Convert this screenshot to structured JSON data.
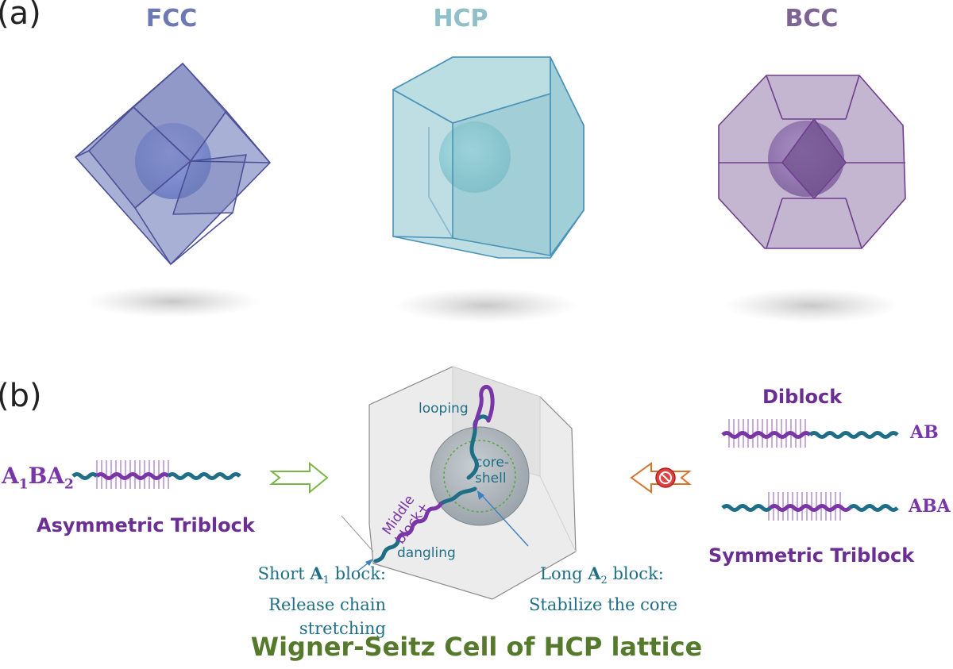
{
  "panels": {
    "a_label": "(a)",
    "b_label": "(b)"
  },
  "lattices": [
    {
      "name": "FCC",
      "color": "#6d79b2"
    },
    {
      "name": "HCP",
      "color": "#8fc0c8"
    },
    {
      "name": "BCC",
      "color": "#7d6494"
    }
  ],
  "colors": {
    "teal_chain": "#1d6e86",
    "purple_chain": "#7a35a6",
    "green_arrow": "#7ab648",
    "orange_arrow": "#d6742e",
    "title_green": "#557a2c"
  },
  "left": {
    "formula": {
      "a1": "A",
      "sub1": "1",
      "b": "BA",
      "sub2": "2"
    },
    "caption": "Asymmetric Triblock"
  },
  "right": {
    "diblock": "Diblock",
    "ab": "AB",
    "aba": "ABA",
    "caption": "Symmetric Triblock"
  },
  "center": {
    "looping": "looping",
    "core_line1": "core-",
    "core_line2": "shell",
    "middle_line1": "Middle",
    "middle_line2": "block+",
    "dangling": "dangling",
    "short_line1_pre": "Short ",
    "short_line1_block": "A",
    "short_line1_sub": "1",
    "short_line1_post": " block:",
    "short_line2": "Release chain stretching",
    "long_line1_pre": "Long ",
    "long_line1_block": "A",
    "long_line1_sub": "2",
    "long_line1_post": " block:",
    "long_line2": "Stabilize the core"
  },
  "bottom_title": "Wigner-Seitz Cell of HCP lattice"
}
